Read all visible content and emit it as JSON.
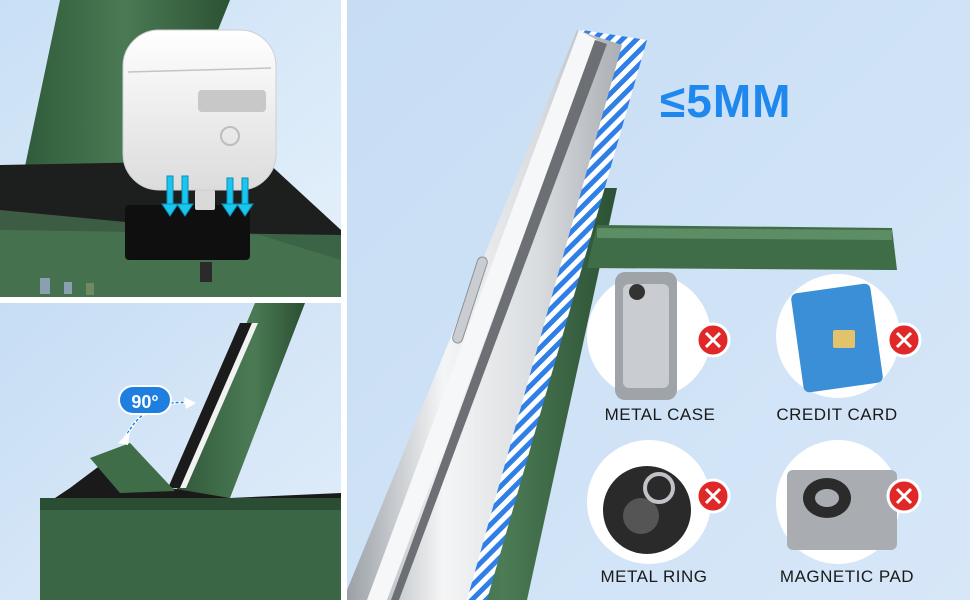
{
  "panels": {
    "top_left": {
      "subject": "earbuds-charging-dock"
    },
    "bottom_left": {
      "angle_badge": "90°"
    },
    "right": {
      "thickness_label": "≤5MM",
      "items": [
        {
          "label": "METAL CASE",
          "icon": "metal-case",
          "status": "x-mark"
        },
        {
          "label": "CREDIT CARD",
          "icon": "credit-card",
          "status": "x-mark"
        },
        {
          "label": "METAL RING",
          "icon": "metal-ring",
          "status": "x-mark"
        },
        {
          "label": "MAGNETIC PAD",
          "icon": "magnetic-pad",
          "status": "x-mark"
        }
      ]
    }
  },
  "colors": {
    "background_blue": "#cfe3f7",
    "stand_green": "#3d6b46",
    "accent_blue": "#1e88ef",
    "cyan_arrow": "#19c6ee",
    "x_red": "#e02828"
  }
}
